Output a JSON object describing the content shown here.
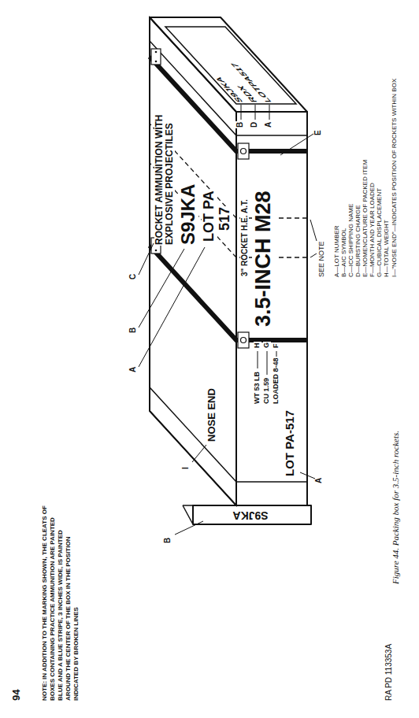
{
  "diagram": {
    "caption": "Figure 44. Packing box for 3.5-inch rockets.",
    "labels": [
      "94",
      "NOTE: IN ADDITION TO THE MARKING SHOWN, THE CLEATS OF BOXES CONTAINING PRACTICE AMMUNITION ARE PAINTED BLUE AND A BLUE STRIPE, 3 INCHES WIDE, IS PAINTED AROUND THE CENTER OF THE BOX IN THE POSITION INDICATED BY BROKEN LINES",
      "RA PD 113353A",
      "A—LOT NUMBER",
      "B—AIC SYMBOL",
      "C—ICC SHIPPING NAME",
      "D—BURSTING CHARGE",
      "E—NOMENCLATURE OF PACKED ITEM",
      "F—MONTH AND YEAR LOADED",
      "G—CUBICAL DISPLACEMENT",
      "H—TOTAL WEIGHT",
      "I—\"NOSE END\"—INDICATES POSITION OF ROCKETS WITHIN BOX",
      "S9JKA",
      "RDX",
      "LOTPA517",
      "B",
      "D",
      "A",
      "ROCKET AMMUNITION WITH EXPLOSIVE PROJECTILES",
      "S9JKA",
      "LOT PA",
      "517",
      "C",
      "B",
      "A",
      "3\" ROCKET H.E. A.T.",
      "3.5-INCH M28",
      "E",
      "SEE NOTE",
      "LOT PA-517",
      "WT 53 LB",
      "CU 1.59",
      "LOADED 8-48",
      "H",
      "G",
      "F",
      "A",
      "NOSE END",
      "I",
      "S9JKA",
      "B"
    ]
  }
}
